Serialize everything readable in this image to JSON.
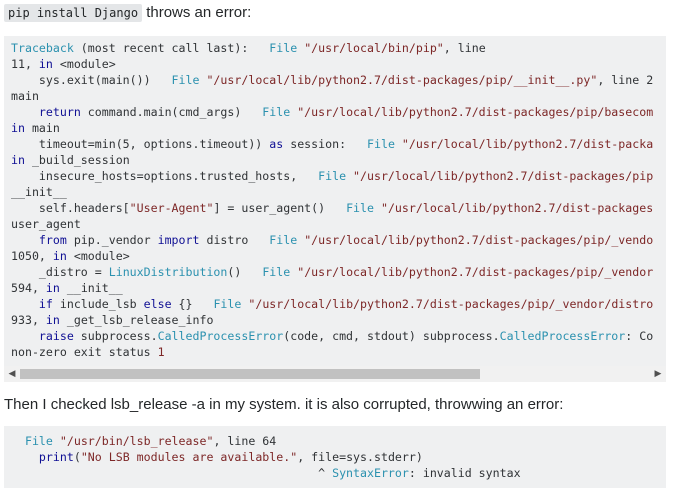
{
  "intro": {
    "command": "pip install Django",
    "text": " throws an error:"
  },
  "traceback": {
    "lines": [
      [
        {
          "t": "Traceback",
          "c": "typ"
        },
        {
          "t": " (most recent call last):   "
        },
        {
          "t": "File",
          "c": "typ"
        },
        {
          "t": " "
        },
        {
          "t": "\"/usr/local/bin/pip\"",
          "c": "str"
        },
        {
          "t": ", line"
        }
      ],
      [
        {
          "t": "11, "
        },
        {
          "t": "in",
          "c": "kw"
        },
        {
          "t": " <module>"
        }
      ],
      [
        {
          "t": "    sys.exit(main())   "
        },
        {
          "t": "File",
          "c": "typ"
        },
        {
          "t": " "
        },
        {
          "t": "\"/usr/local/lib/python2.7/dist-packages/pip/__init__.py\"",
          "c": "str"
        },
        {
          "t": ", line 2"
        }
      ],
      [
        {
          "t": "main"
        }
      ],
      [
        {
          "t": "    "
        },
        {
          "t": "return",
          "c": "kw"
        },
        {
          "t": " command.main(cmd_args)   "
        },
        {
          "t": "File",
          "c": "typ"
        },
        {
          "t": " "
        },
        {
          "t": "\"/usr/local/lib/python2.7/dist-packages/pip/basecom",
          "c": "str"
        }
      ],
      [
        {
          "t": "in",
          "c": "kw"
        },
        {
          "t": " main"
        }
      ],
      [
        {
          "t": "    timeout=min(5, options.timeout)) "
        },
        {
          "t": "as",
          "c": "kw"
        },
        {
          "t": " session:   "
        },
        {
          "t": "File",
          "c": "typ"
        },
        {
          "t": " "
        },
        {
          "t": "\"/usr/local/lib/python2.7/dist-packa",
          "c": "str"
        }
      ],
      [
        {
          "t": "in",
          "c": "kw"
        },
        {
          "t": " _build_session"
        }
      ],
      [
        {
          "t": "    insecure_hosts=options.trusted_hosts,   "
        },
        {
          "t": "File",
          "c": "typ"
        },
        {
          "t": " "
        },
        {
          "t": "\"/usr/local/lib/python2.7/dist-packages/pip",
          "c": "str"
        }
      ],
      [
        {
          "t": "__init__"
        }
      ],
      [
        {
          "t": "    self.headers["
        },
        {
          "t": "\"User-Agent\"",
          "c": "str"
        },
        {
          "t": "] = user_agent()   "
        },
        {
          "t": "File",
          "c": "typ"
        },
        {
          "t": " "
        },
        {
          "t": "\"/usr/local/lib/python2.7/dist-packages",
          "c": "str"
        }
      ],
      [
        {
          "t": "user_agent"
        }
      ],
      [
        {
          "t": "    "
        },
        {
          "t": "from",
          "c": "kw"
        },
        {
          "t": " pip._vendor "
        },
        {
          "t": "import",
          "c": "kw"
        },
        {
          "t": " distro   "
        },
        {
          "t": "File",
          "c": "typ"
        },
        {
          "t": " "
        },
        {
          "t": "\"/usr/local/lib/python2.7/dist-packages/pip/_vendo",
          "c": "str"
        }
      ],
      [
        {
          "t": "1050, "
        },
        {
          "t": "in",
          "c": "kw"
        },
        {
          "t": " <module>"
        }
      ],
      [
        {
          "t": "    _distro = "
        },
        {
          "t": "LinuxDistribution",
          "c": "typ"
        },
        {
          "t": "()   "
        },
        {
          "t": "File",
          "c": "typ"
        },
        {
          "t": " "
        },
        {
          "t": "\"/usr/local/lib/python2.7/dist-packages/pip/_vendor",
          "c": "str"
        }
      ],
      [
        {
          "t": "594, "
        },
        {
          "t": "in",
          "c": "kw"
        },
        {
          "t": " __init__"
        }
      ],
      [
        {
          "t": "    "
        },
        {
          "t": "if",
          "c": "kw"
        },
        {
          "t": " include_lsb "
        },
        {
          "t": "else",
          "c": "kw"
        },
        {
          "t": " {}   "
        },
        {
          "t": "File",
          "c": "typ"
        },
        {
          "t": " "
        },
        {
          "t": "\"/usr/local/lib/python2.7/dist-packages/pip/_vendor/distro",
          "c": "str"
        }
      ],
      [
        {
          "t": "933, "
        },
        {
          "t": "in",
          "c": "kw"
        },
        {
          "t": " _get_lsb_release_info"
        }
      ],
      [
        {
          "t": "    "
        },
        {
          "t": "raise",
          "c": "kw"
        },
        {
          "t": " subprocess."
        },
        {
          "t": "CalledProcessError",
          "c": "typ"
        },
        {
          "t": "(code, cmd, stdout) subprocess."
        },
        {
          "t": "CalledProcessError",
          "c": "typ"
        },
        {
          "t": ": Co"
        }
      ],
      [
        {
          "t": "non-zero exit status "
        },
        {
          "t": "1",
          "c": "str"
        }
      ]
    ]
  },
  "scrollbar": {
    "left_arrow": "◀",
    "right_arrow": "▶",
    "position": 0.0
  },
  "middle_text": "Then I checked lsb_release -a in my system. it is also corrupted, throwwing an error:",
  "lsb_error": {
    "lines": [
      [
        {
          "t": "  "
        },
        {
          "t": "File",
          "c": "typ"
        },
        {
          "t": " "
        },
        {
          "t": "\"/usr/bin/lsb_release\"",
          "c": "str"
        },
        {
          "t": ", line 64"
        }
      ],
      [
        {
          "t": "    "
        },
        {
          "t": "print",
          "c": "kw"
        },
        {
          "t": "("
        },
        {
          "t": "\"No LSB modules are available.\"",
          "c": "str"
        },
        {
          "t": ", file=sys.stderr)"
        }
      ],
      [
        {
          "t": "                                            ^ "
        },
        {
          "t": "SyntaxError",
          "c": "typ"
        },
        {
          "t": ": invalid syntax"
        }
      ]
    ]
  }
}
